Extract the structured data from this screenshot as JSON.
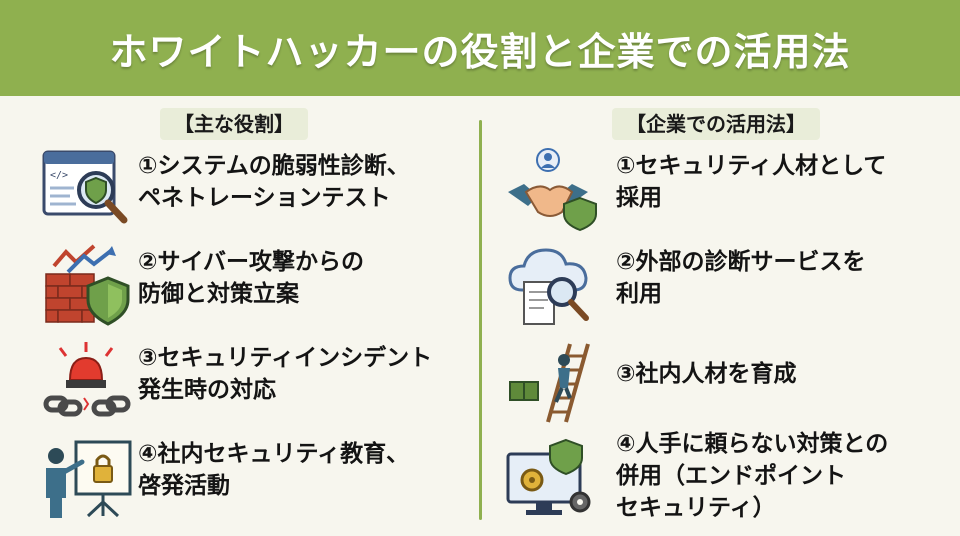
{
  "title": "ホワイトハッカーの役割と企業での活用法",
  "left": {
    "heading": "【主な役割】",
    "items": [
      {
        "text": "①システムの脆弱性診断、\nペネトレーションテスト",
        "icon": "code-window-magnifier-shield-icon"
      },
      {
        "text": "②サイバー攻撃からの\n防御と対策立案",
        "icon": "firewall-shield-icon"
      },
      {
        "text": "③セキュリティインシデント\n発生時の対応",
        "icon": "siren-broken-chain-icon"
      },
      {
        "text": "④社内セキュリティ教育、\n啓発活動",
        "icon": "presenter-lock-board-icon"
      }
    ]
  },
  "right": {
    "heading": "【企業での活用法】",
    "items": [
      {
        "text": "①セキュリティ人材として\n採用",
        "icon": "handshake-shield-icon"
      },
      {
        "text": "②外部の診断サービスを\n利用",
        "icon": "cloud-document-magnifier-icon"
      },
      {
        "text": "③社内人材を育成",
        "icon": "person-climbing-ladder-icon"
      },
      {
        "text": "④人手に頼らない対策との\n併用（エンドポイント\nセキュリティ）",
        "icon": "monitor-gears-shield-icon"
      }
    ]
  },
  "colors": {
    "accent": "#8fb04f",
    "background": "#f7f6ee",
    "heading_bg": "#e9edd9"
  }
}
